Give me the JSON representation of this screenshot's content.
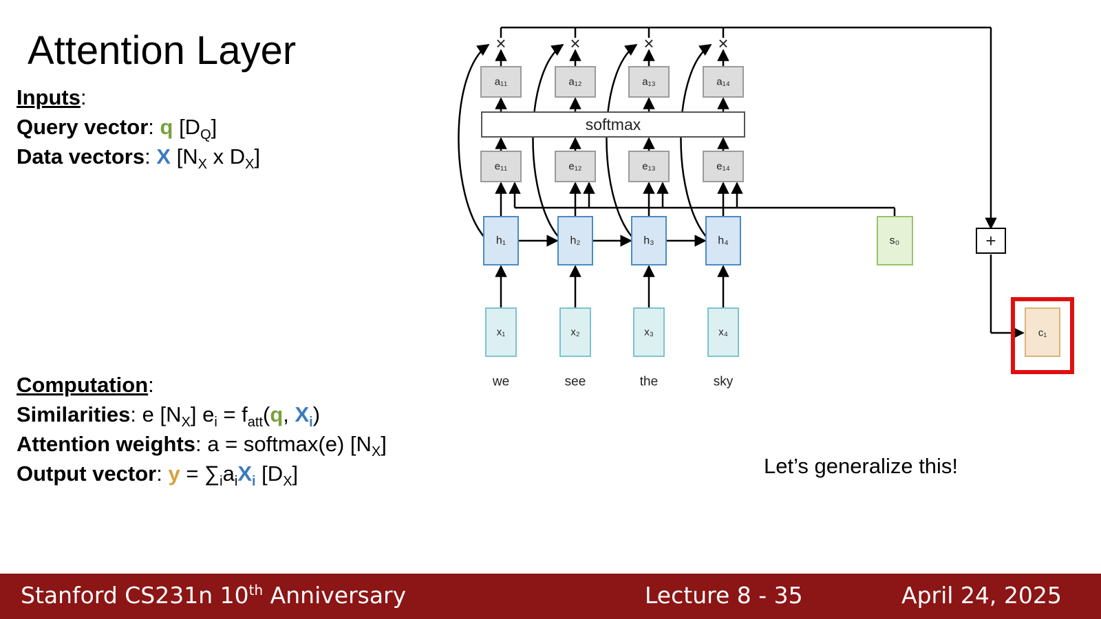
{
  "slide": {
    "title": "Attention Layer",
    "generalize_note": "Let’s generalize this!"
  },
  "inputs": {
    "header": "Inputs",
    "query": {
      "label": "Query vector",
      "symbol": "q",
      "dim_open": "[D",
      "dim_sub": "Q",
      "dim_close": "]"
    },
    "data": {
      "label": "Data vectors",
      "symbol": "X",
      "dim_open": "[N",
      "dim_sub1": "X",
      "dim_mid": " x D",
      "dim_sub2": "X",
      "dim_close": "]"
    }
  },
  "computation": {
    "header": "Computation",
    "similarities": {
      "label": "Similarities",
      "text1": "e [N",
      "sub1": "X",
      "text2": "]  e",
      "sub2": "i",
      "text3": " = f",
      "sub3": "att",
      "text4": "(",
      "q": "q",
      "comma": ", ",
      "x": "X",
      "xsub": "i",
      "close": ")"
    },
    "weights": {
      "label": "Attention weights",
      "text1": "a = softmax(e)  [N",
      "sub1": "X",
      "close": "]"
    },
    "output": {
      "label": "Output vector",
      "y": "y",
      "text1": " = ∑",
      "sub1": "i",
      "text2": "a",
      "sub2": "i",
      "x": "X",
      "xsub": "i",
      "text3": "    [D",
      "sub3": "X",
      "close": "]"
    }
  },
  "diagram": {
    "softmax_label": "softmax",
    "multiply_symbol": "×",
    "plus_symbol": "+",
    "state_label": "s₀",
    "context_label": "c₁",
    "columns": [
      {
        "hidden": "h₁",
        "input": "x₁",
        "word": "we",
        "score": "e₁₁",
        "weight": "a₁₁"
      },
      {
        "hidden": "h₂",
        "input": "x₂",
        "word": "see",
        "score": "e₁₂",
        "weight": "a₁₂"
      },
      {
        "hidden": "h₃",
        "input": "x₃",
        "word": "the",
        "score": "e₁₃",
        "weight": "a₁₃"
      },
      {
        "hidden": "h₄",
        "input": "x₄",
        "word": "sky",
        "score": "e₁₄",
        "weight": "a₁₄"
      }
    ],
    "colors": {
      "hidden_fill": "#d6e6f5",
      "hidden_stroke": "#4a8ac5",
      "input_fill": "#dcf0f2",
      "input_stroke": "#7cc3cc",
      "gray_fill": "#dddddd",
      "gray_stroke": "#9a9a9a",
      "state_fill": "#e6f2d6",
      "state_stroke": "#98c26c",
      "context_fill": "#f6e6cf",
      "context_stroke": "#d9b37a",
      "highlight": "#e01010"
    }
  },
  "footer": {
    "course": "Stanford CS231n 10",
    "course_sup": "th",
    "course_tail": " Anniversary",
    "lecture": "Lecture 8 -  35",
    "date": "April 24, 2025"
  }
}
